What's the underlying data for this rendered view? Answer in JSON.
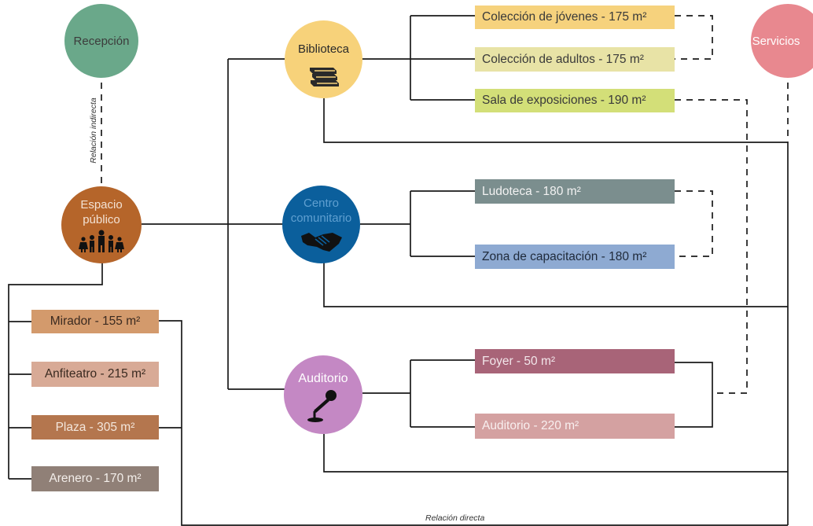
{
  "nodes": {
    "recepcion": {
      "label": "Recepción",
      "color": "#6aa88a"
    },
    "servicios": {
      "label": "Servicios",
      "color": "#e8888f"
    },
    "biblioteca": {
      "label": "Biblioteca",
      "color": "#f7d27a",
      "icon": "books-icon"
    },
    "centro": {
      "label_line1": "Centro",
      "label_line2": "comunitario",
      "color": "#0b5f9c",
      "icon": "handshake-icon"
    },
    "auditorio": {
      "label": "Auditorio",
      "color": "#c488c4",
      "icon": "microphone-icon"
    },
    "espacio": {
      "label_line1": "Espacio",
      "label_line2": "público",
      "color": "#b5652a",
      "icon": "people-icon"
    }
  },
  "spaces": {
    "jovenes": {
      "label": "Colección de jóvenes - 175 m²",
      "color": "#f6d27d"
    },
    "adultos": {
      "label": "Colección de adultos - 175 m²",
      "color": "#e8e3a6"
    },
    "sala": {
      "label": "Sala de exposiciones - 190 m²",
      "color": "#d3df78"
    },
    "ludoteca": {
      "label": "Ludoteca - 180 m²",
      "color": "#7b8e8e"
    },
    "zona": {
      "label": "Zona de capacitación - 180 m²",
      "color": "#8eaad2"
    },
    "foyer": {
      "label": "Foyer - 50 m²",
      "color": "#a86478"
    },
    "auditorio_sala": {
      "label": "Auditorio - 220 m²",
      "color": "#d4a1a1"
    },
    "mirador": {
      "label": "Mirador - 155 m²",
      "color": "#d39a6c"
    },
    "anfiteatro": {
      "label": "Anfiteatro - 215 m²",
      "color": "#d8aa96"
    },
    "plaza": {
      "label": "Plaza - 305 m²",
      "color": "#b4764e"
    },
    "arenero": {
      "label": "Arenero - 170 m²",
      "color": "#908077"
    }
  },
  "relations": {
    "indirecta": "Relación indirecta",
    "directa": "Relación directa"
  }
}
